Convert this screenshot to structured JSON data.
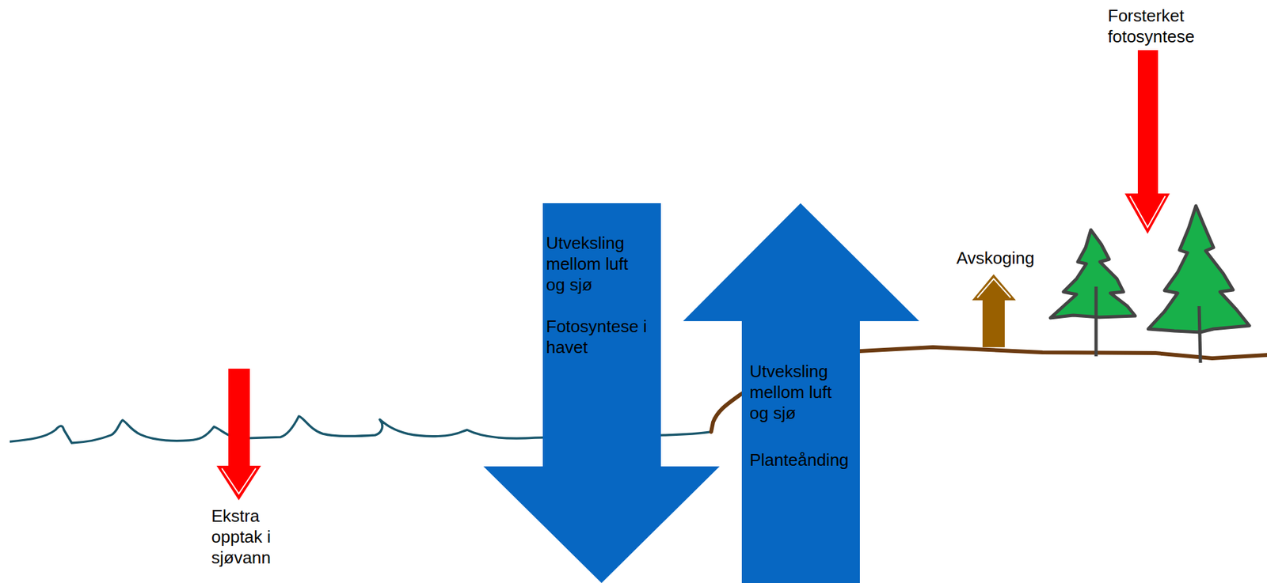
{
  "diagram": {
    "nodes": [
      {
        "text": [
          "Utveksling mellom luft og sjø",
          "Fotosyntese i havet"
        ]
      },
      {
        "text": [
          "Utveksling mellom luft og sjø",
          "Planteånding"
        ]
      }
    ],
    "labels": [
      "Forsterket fotosyntese",
      "Avskoging",
      "Ekstra opptak i sjøvann"
    ]
  }
}
